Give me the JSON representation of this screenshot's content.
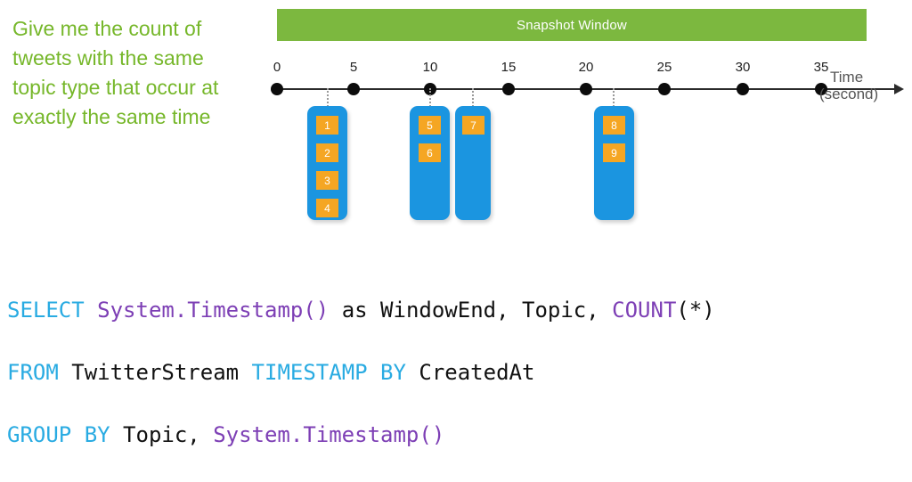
{
  "question": {
    "text": "Give me the count of tweets with the same topic type that occur at exactly the same time",
    "color": "#76B72A"
  },
  "snapshot_window": {
    "label": "Snapshot Window",
    "bar_color": "#7CB83F",
    "text_color": "#FFFFFF"
  },
  "timeline": {
    "axis_title_line1": "Time",
    "axis_title_line2": "(second)",
    "axis_color": "#2B2B2B",
    "tick_labels": [
      "0",
      "5",
      "10",
      "15",
      "20",
      "25",
      "30",
      "35"
    ],
    "tick_values": [
      0,
      5,
      10,
      15,
      20,
      25,
      30,
      35
    ],
    "arrow": "arrow-right"
  },
  "events": {
    "box_color": "#1B95E0",
    "tile_color": "#F5A623",
    "groups": [
      {
        "name": "group-1",
        "tiles": [
          "1",
          "2",
          "3",
          "4"
        ]
      },
      {
        "name": "group-2",
        "tiles": [
          "5",
          "6"
        ]
      },
      {
        "name": "group-3",
        "tiles": [
          "7"
        ]
      },
      {
        "name": "group-4",
        "tiles": [
          "8",
          "9"
        ]
      }
    ]
  },
  "sql": {
    "line1": {
      "k1": "SELECT",
      "f1": " System.Timestamp()",
      "p1": " as WindowEnd, Topic, ",
      "f2": "COUNT",
      "p2": "(*)"
    },
    "line2": {
      "k1": "FROM",
      "p1": " TwitterStream ",
      "k2": "TIMESTAMP BY",
      "p2": " CreatedAt"
    },
    "line3": {
      "k1": "GROUP BY",
      "p1": " Topic, ",
      "f1": "System.Timestamp()"
    },
    "keyword_color": "#29ABE2",
    "function_color": "#7D3FB5",
    "plain_color": "#111111"
  }
}
